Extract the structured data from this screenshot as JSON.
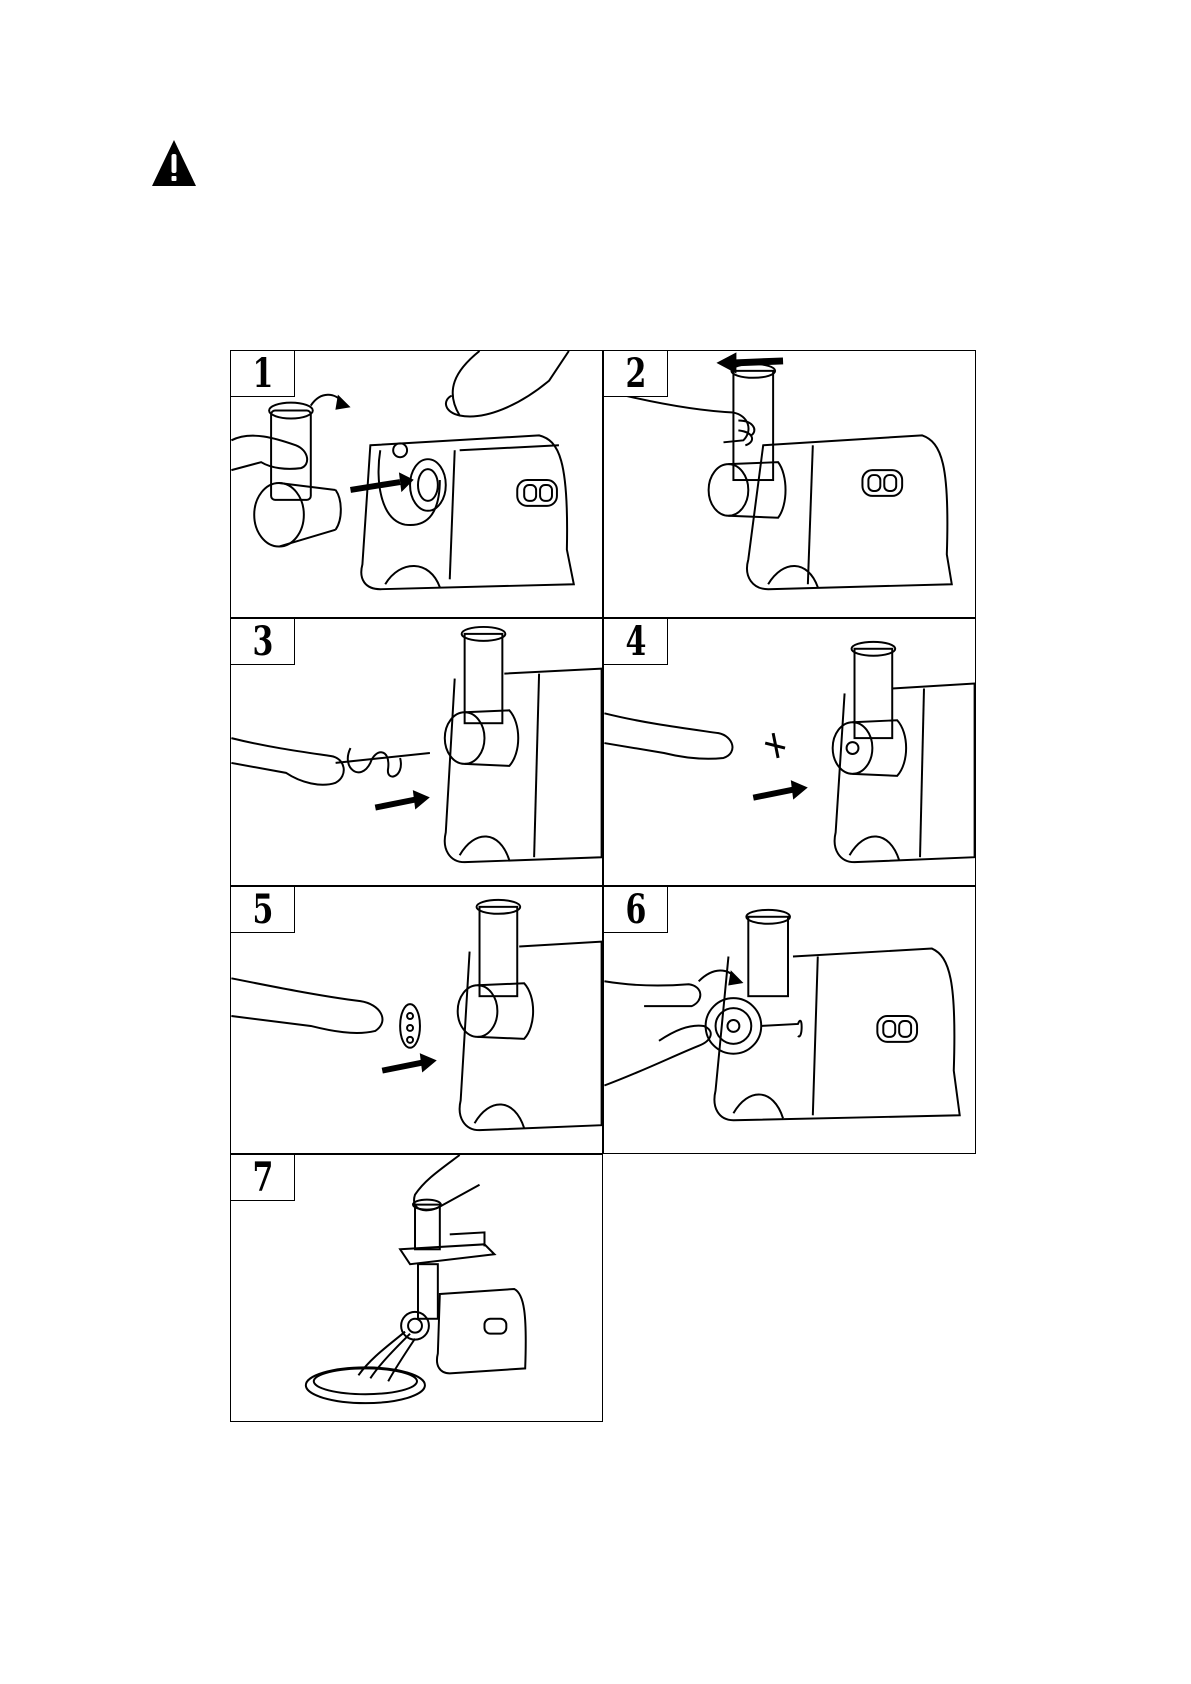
{
  "warning": {
    "icon": "warning-triangle-icon"
  },
  "steps": [
    {
      "number": "1",
      "illustration": "attach-head-to-motor-illustration"
    },
    {
      "number": "2",
      "illustration": "rotate-head-lock-illustration"
    },
    {
      "number": "3",
      "illustration": "insert-auger-illustration"
    },
    {
      "number": "4",
      "illustration": "insert-cutting-blade-illustration"
    },
    {
      "number": "5",
      "illustration": "insert-mincing-plate-illustration"
    },
    {
      "number": "6",
      "illustration": "screw-on-ring-nut-illustration"
    },
    {
      "number": "7",
      "illustration": "place-tray-and-mince-illustration"
    }
  ]
}
